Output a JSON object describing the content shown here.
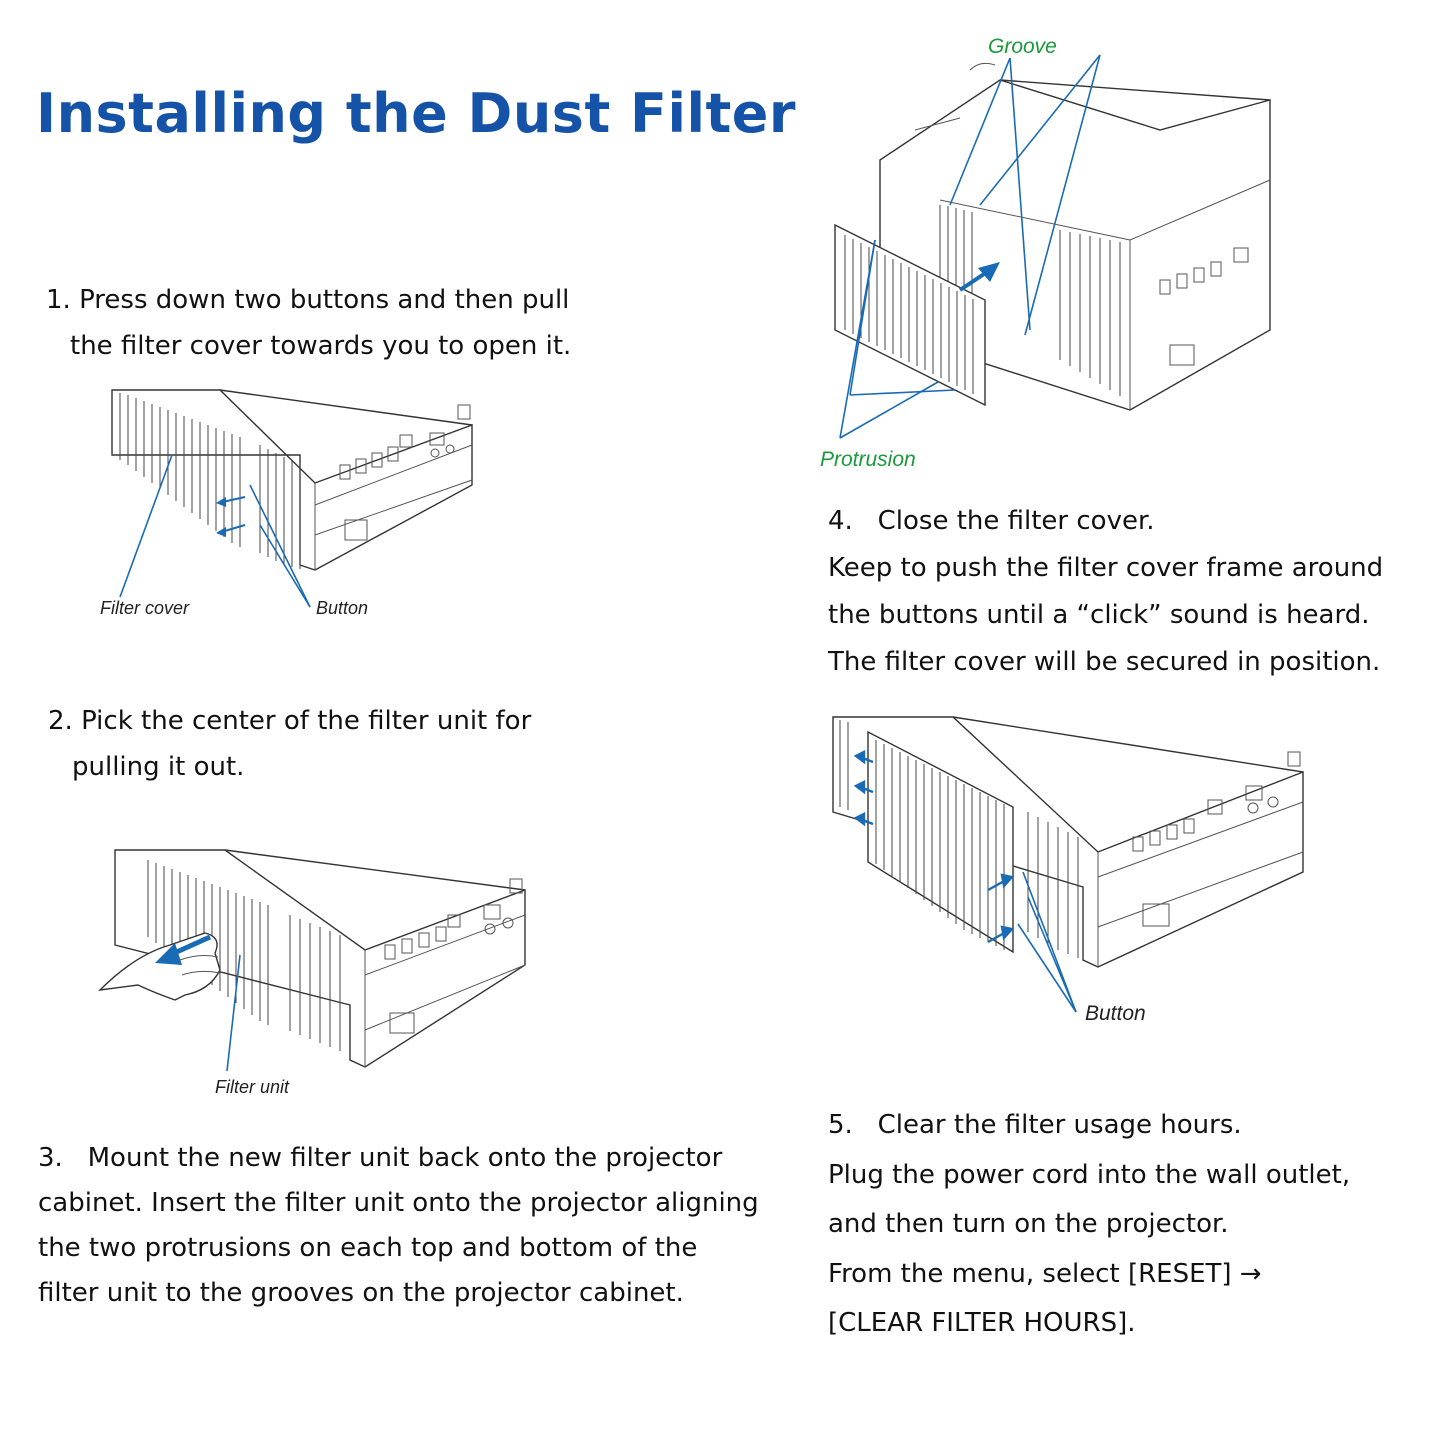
{
  "title": "Installing the Dust Filter",
  "colors": {
    "title": "#1553a8",
    "callout_line": "#1a6bb5",
    "callout_green": "#1a9a3a"
  },
  "steps": [
    {
      "number": "1.",
      "lines": [
        "Press down two buttons and then pull",
        "the filter cover towards you to open it."
      ]
    },
    {
      "number": "2.",
      "lines": [
        "Pick the center of the filter unit for",
        "pulling it out."
      ]
    },
    {
      "number": "3.",
      "lines": [
        "Mount the new filter unit back onto the projector",
        "cabinet. Insert the filter unit onto the projector aligning",
        "the two protrusions on each top and bottom of the",
        "filter unit to the grooves on the projector cabinet."
      ]
    },
    {
      "number": "4.",
      "lines": [
        "Close the filter cover.",
        "Keep to push the filter cover frame around",
        "the buttons until a “click” sound is heard.",
        "The filter cover will be secured in position."
      ]
    },
    {
      "number": "5.",
      "lines": [
        "Clear the filter usage hours.",
        "Plug the power cord into the wall outlet,",
        "and then turn on the projector.",
        "From the menu, select [RESET] →",
        "[CLEAR FILTER HOURS]."
      ]
    }
  ],
  "figures": {
    "fig1": {
      "icon": "projector-filter-cover-illustration",
      "labels": {
        "filter_cover": "Filter cover",
        "button": "Button"
      }
    },
    "fig2": {
      "icon": "projector-filter-unit-removal-illustration",
      "labels": {
        "filter_unit": "Filter unit"
      }
    },
    "fig3": {
      "icon": "projector-filter-insertion-illustration",
      "labels": {
        "groove": "Groove",
        "protrusion": "Protrusion"
      }
    },
    "fig4": {
      "icon": "projector-filter-cover-closing-illustration",
      "labels": {
        "button": "Button"
      }
    }
  }
}
